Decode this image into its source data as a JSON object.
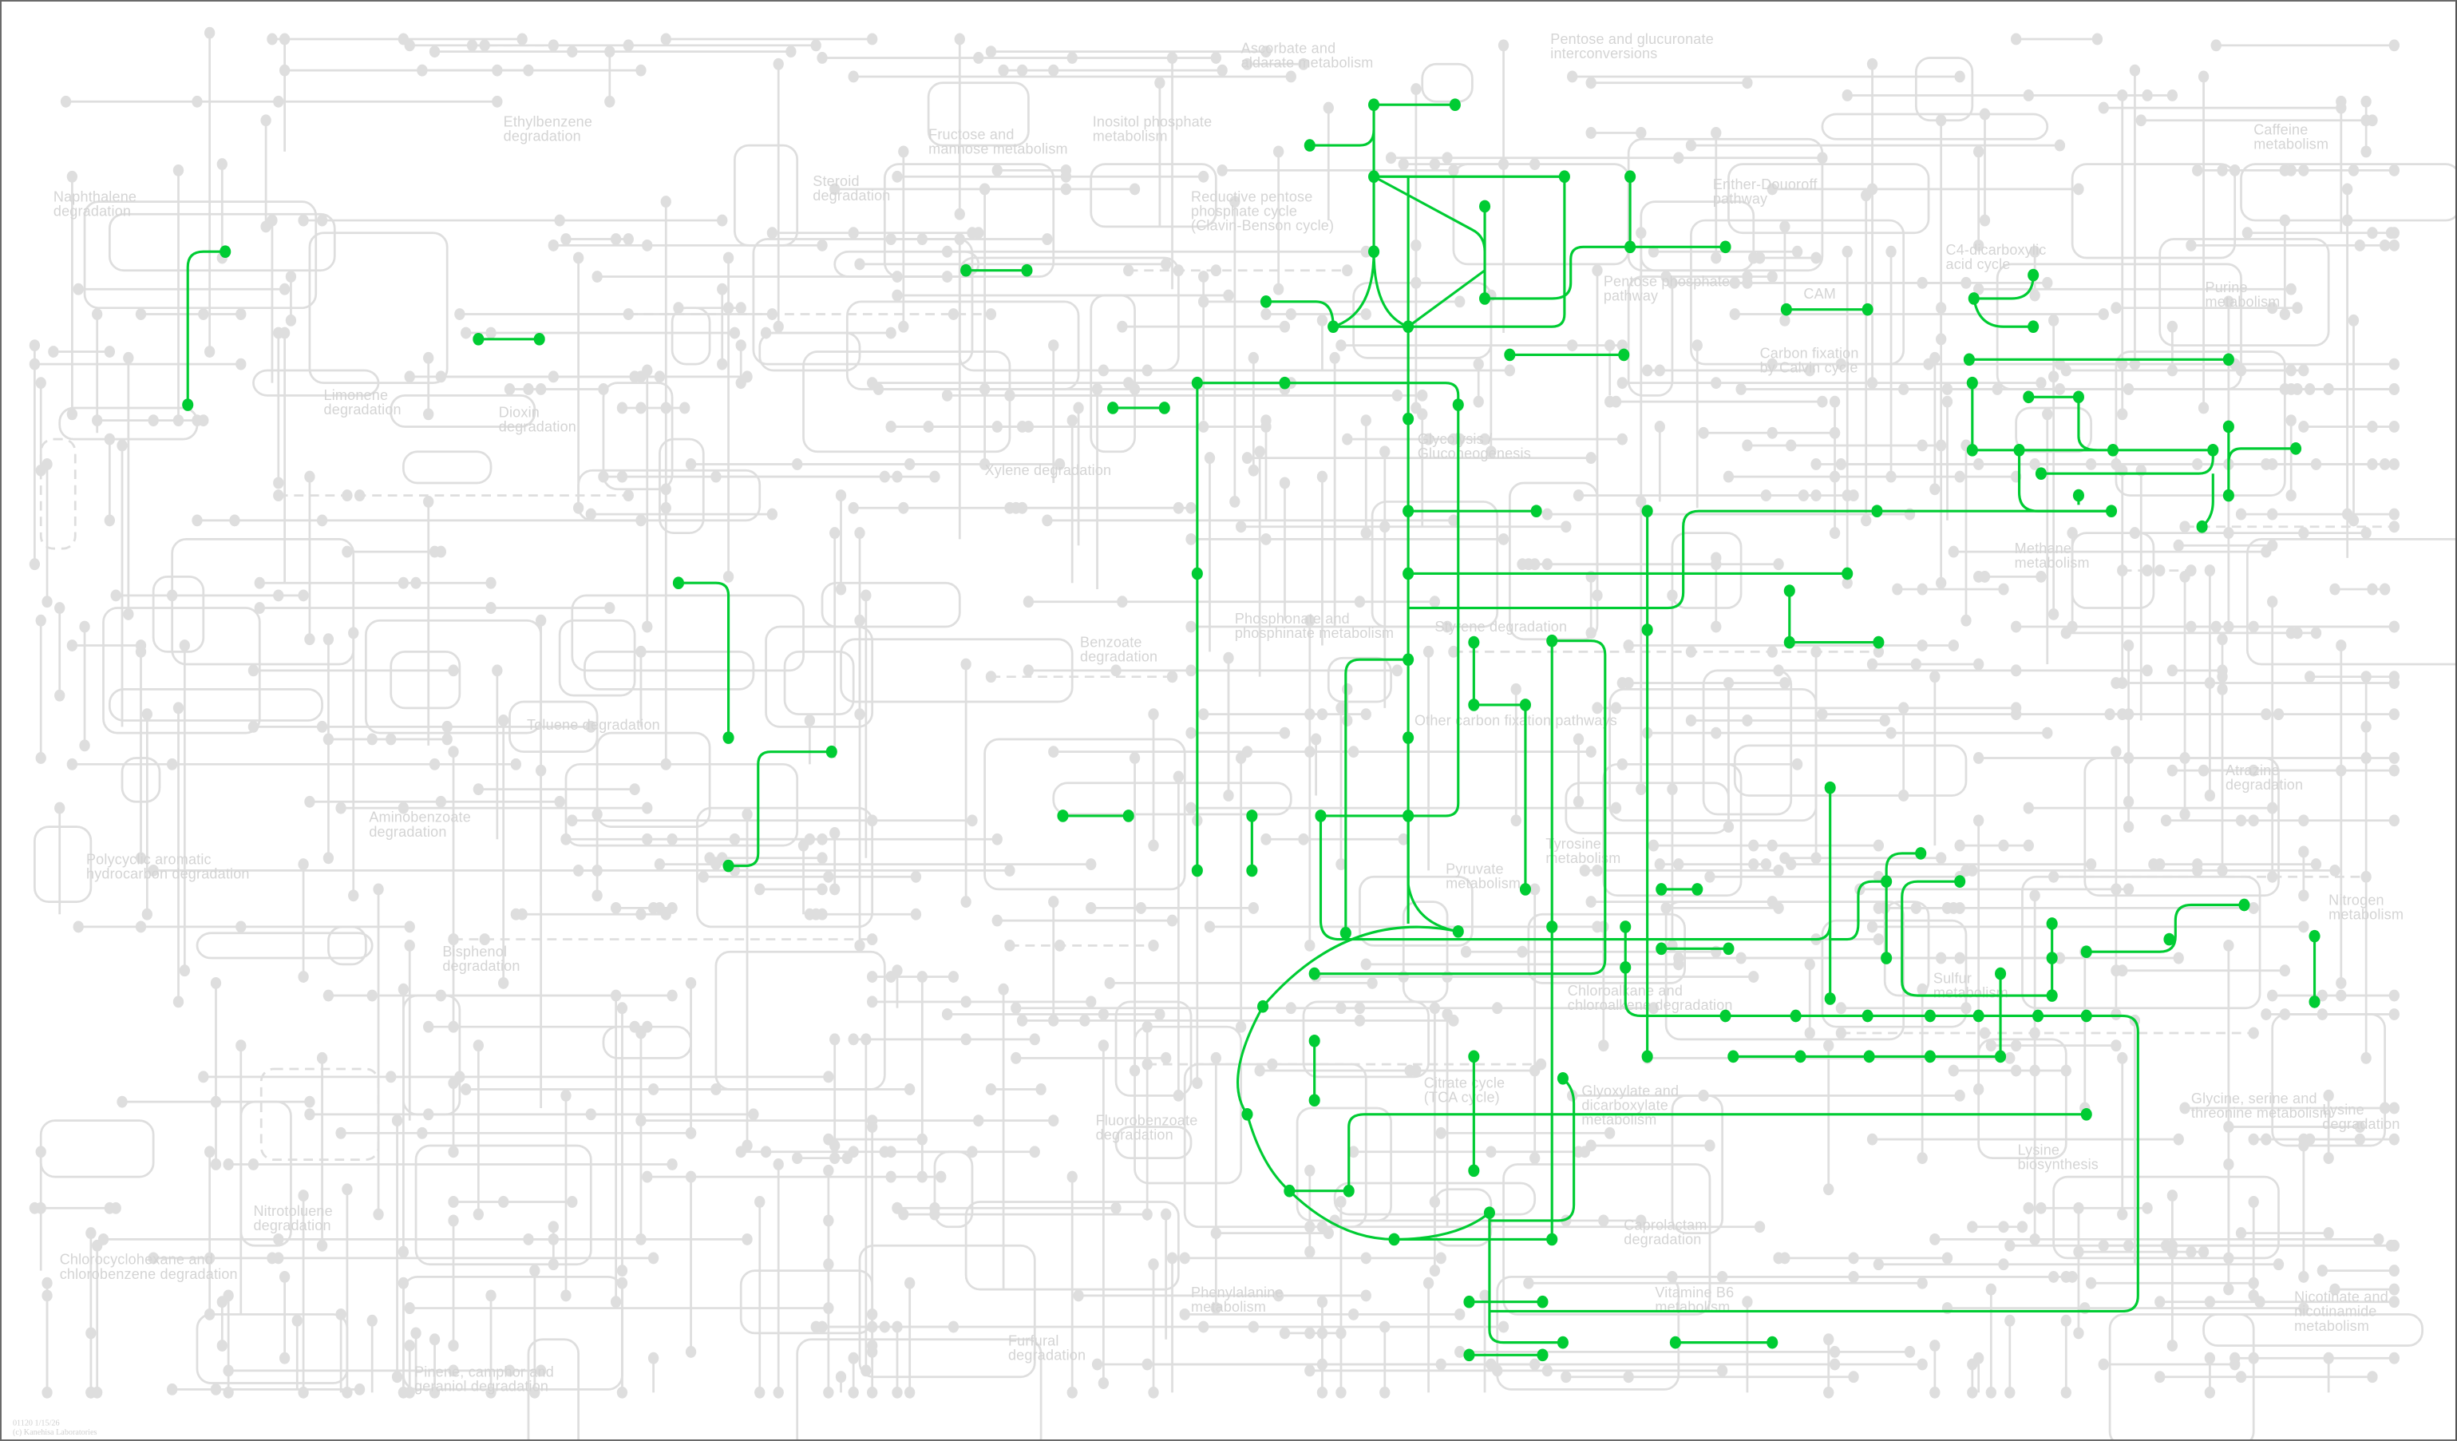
{
  "map": {
    "labels": [
      {
        "name": "naphthalene-degradation",
        "lines": [
          "Naphthalene",
          "degradation"
        ]
      },
      {
        "name": "ethylbenzene-degradation",
        "lines": [
          "Ethylbenzene",
          "degradation"
        ]
      },
      {
        "name": "fructose-mannose-metabolism",
        "lines": [
          "Fructose and",
          "mannose metabolism"
        ]
      },
      {
        "name": "inositol-phosphate-metabolism",
        "lines": [
          "Inositol phosphate",
          "metabolism"
        ]
      },
      {
        "name": "ascorbate-aldarate-metabolism",
        "lines": [
          "Ascorbate and",
          "aldarate metabolism"
        ]
      },
      {
        "name": "pentose-glucuronate-interconversions",
        "lines": [
          "Pentose and glucuronate",
          "interconversions"
        ]
      },
      {
        "name": "caffeine-metabolism",
        "lines": [
          "Caffeine",
          "metabolism"
        ]
      },
      {
        "name": "steroid-degradation",
        "lines": [
          "Steroid",
          "degradation"
        ]
      },
      {
        "name": "reductive-pentose-phosphate-cycle",
        "lines": [
          "Reductive pentose",
          "phosphate cycle",
          "(Clavin-Benson cycle)"
        ]
      },
      {
        "name": "entner-doudoroff-pathway",
        "lines": [
          "Enther-Douoroff",
          "pathway"
        ]
      },
      {
        "name": "c4-dicarboxylic-acid-cycle",
        "lines": [
          "C4-dicarboxylic",
          "acid cycle"
        ]
      },
      {
        "name": "pentose-phosphate-pathway",
        "lines": [
          "Pentose phosphate",
          "pathway"
        ]
      },
      {
        "name": "cam",
        "lines": [
          "CAM"
        ]
      },
      {
        "name": "purine-metabolism",
        "lines": [
          "Purine",
          "metabolism"
        ]
      },
      {
        "name": "limonene-degradation",
        "lines": [
          "Limonene",
          "degradation"
        ]
      },
      {
        "name": "dioxin-degradation",
        "lines": [
          "Dioxin",
          "degradation"
        ]
      },
      {
        "name": "carbon-fixation-calvin",
        "lines": [
          "Carbon fixation",
          "by Calvin cycle"
        ]
      },
      {
        "name": "glycolysis-gluconeogenesis",
        "lines": [
          "Glycolysis /",
          "Gluconeogenesis"
        ]
      },
      {
        "name": "xylene-degradation",
        "lines": [
          "Xylene degradation"
        ]
      },
      {
        "name": "methane-metabolism",
        "lines": [
          "Methane",
          "metabolism"
        ]
      },
      {
        "name": "phosphonate-phosphinate-metabolism",
        "lines": [
          "Phosphonate and",
          "phosphinate metabolism"
        ]
      },
      {
        "name": "styrene-degradation",
        "lines": [
          "Styrene degradation"
        ]
      },
      {
        "name": "benzoate-degradation",
        "lines": [
          "Benzoate",
          "degradation"
        ]
      },
      {
        "name": "toluene-degradation",
        "lines": [
          "Toluene degradation"
        ]
      },
      {
        "name": "other-carbon-fixation",
        "lines": [
          "Other carbon fixation pathways"
        ]
      },
      {
        "name": "atrazine-degradation",
        "lines": [
          "Atrazine",
          "degradation"
        ]
      },
      {
        "name": "aminobenzoate-degradation",
        "lines": [
          "Aminobenzoate",
          "degradation"
        ]
      },
      {
        "name": "tyrosine-metabolism",
        "lines": [
          "Tyrosine",
          "metabolism"
        ]
      },
      {
        "name": "pah-degradation",
        "lines": [
          "Polycyclic aromatic",
          "hydrocarbon degradation"
        ]
      },
      {
        "name": "pyruvate-metabolism",
        "lines": [
          "Pyruvate",
          "metabolism"
        ]
      },
      {
        "name": "nitrogen-metabolism",
        "lines": [
          "Nitrogen",
          "metabolism"
        ]
      },
      {
        "name": "bisphenol-degradation",
        "lines": [
          "Bisphenol",
          "degradation"
        ]
      },
      {
        "name": "chloroalkane-degradation",
        "lines": [
          "Chloroalkane and",
          "chloroalkene degradation"
        ]
      },
      {
        "name": "sulfur-metabolism",
        "lines": [
          "Sulfur",
          "metabolism"
        ]
      },
      {
        "name": "glycine-serine-threonine-metabolism",
        "lines": [
          "Glycine, serine and",
          "threonine metabolism"
        ]
      },
      {
        "name": "lysine-degradation",
        "lines": [
          "Lysine",
          "degradation"
        ]
      },
      {
        "name": "citrate-cycle",
        "lines": [
          "Citrate cycle",
          "(TCA cycle)"
        ]
      },
      {
        "name": "glyoxylate-dicarboxylate-metabolism",
        "lines": [
          "Glyoxylate and",
          "dicarboxylate",
          "metabolism"
        ]
      },
      {
        "name": "fluorobenzoate-degradation",
        "lines": [
          "Fluorobenzoate",
          "degradation"
        ]
      },
      {
        "name": "lysine-biosynthesis",
        "lines": [
          "Lysine",
          "biosynthesis"
        ]
      },
      {
        "name": "nitrotoluene-degradation",
        "lines": [
          "Nitrotoluene",
          "degradation"
        ]
      },
      {
        "name": "caprolactam-degradation",
        "lines": [
          "Caprolactam",
          "degradation"
        ]
      },
      {
        "name": "chlorocyclohexane-degradation",
        "lines": [
          "Chlorocyclohexane and",
          "chlorobenzene degradation"
        ]
      },
      {
        "name": "phenylalanine-metabolism",
        "lines": [
          "Phenylalanine",
          "metabolism"
        ]
      },
      {
        "name": "vitamin-b6-metabolism",
        "lines": [
          "Vitamine B6",
          "metabolism"
        ]
      },
      {
        "name": "nicotinate-nicotinamide-metabolism",
        "lines": [
          "Nicotinate and",
          "nicotinamide",
          "metabolism"
        ]
      },
      {
        "name": "furfural-degradation",
        "lines": [
          "Furfural",
          "degradation"
        ]
      },
      {
        "name": "pinene-camphor-geraniol-degradation",
        "lines": [
          "Pinene, camphor and",
          "geraniol degradation"
        ]
      }
    ],
    "footer": {
      "map_id_date": "01120 1/15/26",
      "copyright": "(c) Kanehisa Laboratories"
    }
  },
  "colors": {
    "background_edge": "#dcdcdc",
    "highlight": "#00cc33",
    "label": "#d4d4d4"
  }
}
